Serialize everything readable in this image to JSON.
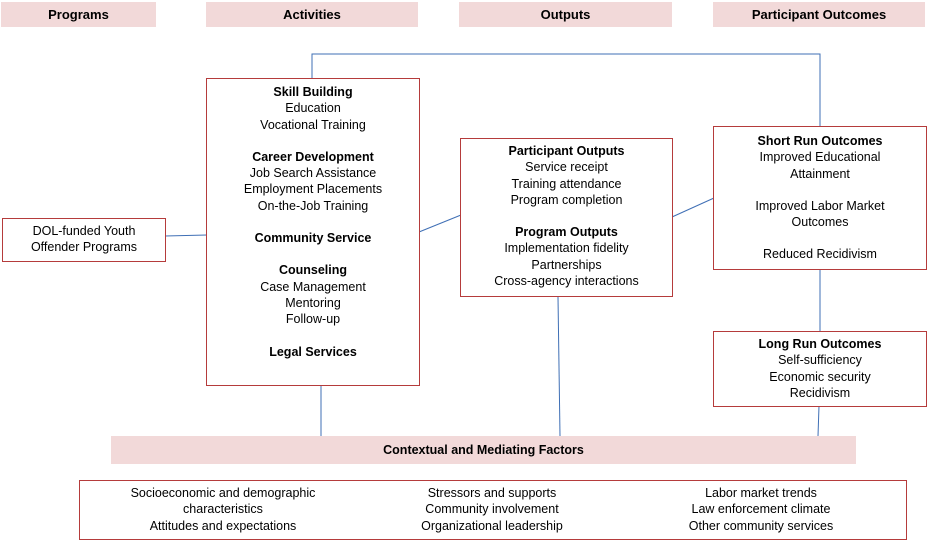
{
  "headers": {
    "programs": "Programs",
    "activities": "Activities",
    "outputs": "Outputs",
    "outcomes": "Participant Outcomes"
  },
  "program": {
    "line1": "DOL-funded Youth",
    "line2": "Offender Programs"
  },
  "activities": {
    "skill_building": {
      "title": "Skill Building",
      "items": [
        "Education",
        "Vocational Training"
      ]
    },
    "career_development": {
      "title": "Career Development",
      "items": [
        "Job Search Assistance",
        "Employment Placements",
        "On-the-Job Training"
      ]
    },
    "community_service": {
      "title": "Community Service"
    },
    "counseling": {
      "title": "Counseling",
      "items": [
        "Case Management",
        "Mentoring",
        "Follow-up"
      ]
    },
    "legal_services": {
      "title": "Legal Services"
    }
  },
  "outputs": {
    "participant": {
      "title": "Participant Outputs",
      "items": [
        "Service receipt",
        "Training attendance",
        "Program completion"
      ]
    },
    "program": {
      "title": "Program Outputs",
      "items": [
        "Implementation fidelity",
        "Partnerships",
        "Cross-agency interactions"
      ]
    }
  },
  "short_run": {
    "title": "Short Run Outcomes",
    "items": [
      "Improved Educational",
      "Attainment",
      "Improved Labor Market",
      "Outcomes",
      "Reduced Recidivism"
    ]
  },
  "long_run": {
    "title": "Long Run Outcomes",
    "items": [
      "Self-sufficiency",
      "Economic security",
      "Recidivism"
    ]
  },
  "context": {
    "title": "Contextual and Mediating Factors",
    "columns": [
      [
        "Socioeconomic and demographic",
        "characteristics",
        "Attitudes and expectations"
      ],
      [
        "Stressors and supports",
        "Community involvement",
        "Organizational leadership"
      ],
      [
        "Labor market trends",
        "Law enforcement climate",
        "Other community services"
      ]
    ]
  },
  "colors": {
    "header_fill": "#f2d9d9",
    "box_border": "#b53b3b",
    "connector": "#3f6fb5"
  }
}
